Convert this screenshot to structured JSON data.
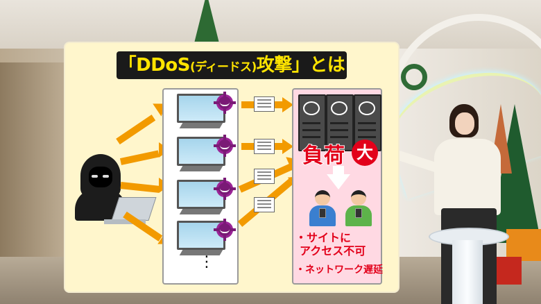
{
  "slide": {
    "title_pre": "「DDoS",
    "title_paren": "(ディードス)",
    "title_post": "攻撃」とは",
    "load_label": "負荷",
    "load_badge": "大",
    "symptoms": [
      {
        "line1": "・サイトに",
        "line2": "アクセス不可"
      },
      {
        "line1": "・ネットワーク遅延"
      }
    ],
    "more_indicator": "⋮"
  },
  "colors": {
    "panel_bg": "#fff6cc",
    "title_bg": "#1a1a1a",
    "title_text": "#ffe400",
    "arrow": "#f29a00",
    "alert_red": "#e2001a",
    "server_box_bg": "#ffd9e3"
  },
  "icons": [
    "hacker-icon",
    "laptop-icon",
    "computer-icon",
    "virus-icon",
    "document-icon",
    "server-icon",
    "user-icon",
    "down-arrow-icon"
  ]
}
